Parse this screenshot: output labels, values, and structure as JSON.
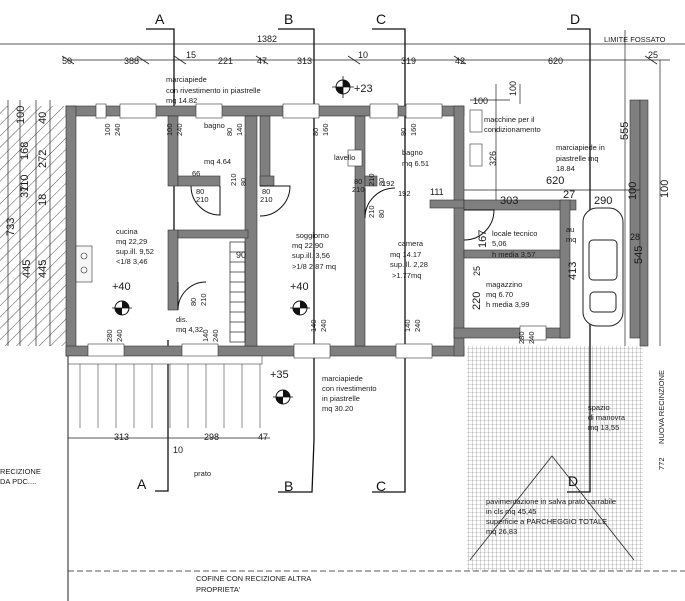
{
  "sections": {
    "top_a": "A",
    "top_b": "B",
    "top_c": "C",
    "top_d": "D",
    "bot_a": "A",
    "bot_b": "B",
    "bot_c": "C",
    "bot_d": "D"
  },
  "dims_top": {
    "total": "1382",
    "d50": "50",
    "d388": "388",
    "d15": "15",
    "d221": "221",
    "d47a": "47",
    "d313": "313",
    "d10": "10",
    "d319": "319",
    "d42": "42",
    "d620": "620",
    "d25": "25",
    "limite": "LIMITE FOSSATO"
  },
  "left_dims": {
    "v100": "100",
    "v168": "168",
    "v272": "272",
    "v40": "40",
    "v37": "37",
    "v733": "733",
    "v110": "110",
    "v445a": "445",
    "v445b": "445",
    "v18": "18"
  },
  "marciapiede_top": {
    "line1": "marciapiede",
    "line2": "con rivestimento in piastrelle",
    "line3": "mq 14.82",
    "level": "+23"
  },
  "rooms": {
    "cucina": {
      "name": "cucina",
      "area": "mq 22,29",
      "sup": "sup.ill. 9,52",
      "ratio": "<1/8 3,46"
    },
    "bagno1": {
      "name": "bagno",
      "area": "mq 4.64"
    },
    "bagno2": {
      "name": "bagno",
      "area": "mq 6.51",
      "lavello": "lavello"
    },
    "soggiorno": {
      "name": "soggiorno",
      "area": "mq 22.90",
      "sup": "sup.ill. 3,56",
      "ratio": ">1/8 2,87 mq"
    },
    "camera": {
      "name": "camera",
      "area": "mq 14.17",
      "sup": "sup.ill. 2,28",
      "ratio": ">1.77mq"
    },
    "dis": {
      "name": "dis.",
      "area": "mq 4,32"
    },
    "locale": {
      "name": "locale tecnico",
      "area": "5,06",
      "h": "h media 3,57"
    },
    "magazzino": {
      "name": "magazzino",
      "area": "mq 6.70",
      "h": "h media 3,99"
    },
    "auto": {
      "name": "au",
      "line2": "mq"
    }
  },
  "right_notes": {
    "macchine1": "macchine per il",
    "macchine2": "condizionamento",
    "marc1": "marciapiede in",
    "marc2": "piastrelle mq",
    "marc3": "18.84",
    "d100": "100",
    "d100b": "100",
    "d326": "326",
    "d620": "620",
    "d27": "27",
    "d290": "290",
    "d555": "555",
    "d111": "111",
    "d303": "303",
    "d167": "167",
    "d220": "220",
    "d25b": "25",
    "d413": "413",
    "d545": "545",
    "d100c": "100",
    "d100d": "100",
    "d28": "28"
  },
  "openings": {
    "w100_240a": "100",
    "w240a": "240",
    "w100_240b": "100",
    "w240b": "240",
    "w80_160a": "80",
    "w160a": "160",
    "w80_160b": "80",
    "w160b": "160",
    "w80_140": "80",
    "w140": "140",
    "d80_210a": "80",
    "d210a": "210",
    "d80_210b": "80",
    "d210b": "210",
    "d80_210c": "80",
    "d210c": "210",
    "d80_210d": "80",
    "d210d": "210",
    "d210e": "210",
    "d80e": "80",
    "d210f": "210",
    "d80f": "80",
    "d66": "66",
    "d192a": "192",
    "d192b": "192",
    "d90": "90",
    "b280a": "280",
    "b240a": "240",
    "b140a": "140",
    "b240b": "240",
    "b140b": "140",
    "b240c": "240",
    "b280c": "280",
    "b240d": "240",
    "b80": "80",
    "b210": "210",
    "b25": "25"
  },
  "levels": {
    "cucina": "+40",
    "soggiorno": "+40",
    "ext": "+35"
  },
  "marciapiede_bot": {
    "line1": "marciapiede",
    "line2": "con rivestimento",
    "line3": "in piastrelle",
    "line4": "mq 30.20"
  },
  "dims_bottom": {
    "d313": "313",
    "d298": "298",
    "d47": "47",
    "d10": "10"
  },
  "prato": "prato",
  "recinzione_left1": "RECIZIONE",
  "recinzione_left2": "DA PDC....",
  "spazio1": "spazio",
  "spazio2": "di manovra",
  "spazio3": "mq 13,55",
  "pav1": "pavimentazione in salva prato carrabile",
  "pav2": "in cls mq 45,45",
  "pav3": "superficie a PARCHEGGIO TOTALE",
  "pav4": "mq 26,83",
  "nuova": "NUOVA RECINZIONE",
  "d772": "772",
  "cofine1": "COFINE CON RECIZIONE ALTRA",
  "cofine2": "PROPRIETA'"
}
